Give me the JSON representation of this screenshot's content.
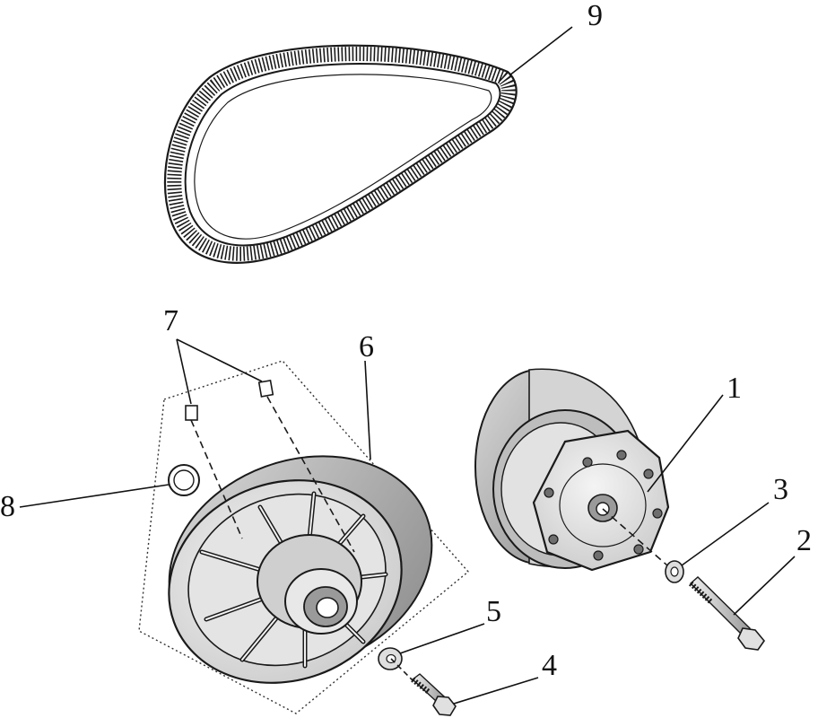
{
  "callouts": [
    {
      "id": "1",
      "label": "1"
    },
    {
      "id": "2",
      "label": "2"
    },
    {
      "id": "3",
      "label": "3"
    },
    {
      "id": "4",
      "label": "4"
    },
    {
      "id": "5",
      "label": "5"
    },
    {
      "id": "6",
      "label": "6"
    },
    {
      "id": "7",
      "label": "7"
    },
    {
      "id": "8",
      "label": "8"
    },
    {
      "id": "9",
      "label": "9"
    }
  ],
  "parts": [
    {
      "callout": "1",
      "icon": "drive-clutch-icon"
    },
    {
      "callout": "2",
      "icon": "drive-clutch-bolt-icon"
    },
    {
      "callout": "3",
      "icon": "drive-clutch-washer-icon"
    },
    {
      "callout": "4",
      "icon": "driven-clutch-bolt-icon"
    },
    {
      "callout": "5",
      "icon": "driven-clutch-washer-icon"
    },
    {
      "callout": "6",
      "icon": "driven-clutch-assembly-icon"
    },
    {
      "callout": "7",
      "icon": "key-icon"
    },
    {
      "callout": "8",
      "icon": "o-ring-icon"
    },
    {
      "callout": "9",
      "icon": "drive-belt-icon"
    }
  ],
  "colors": {
    "ink": "#1a1a1a",
    "metal_light": "#e6e6e6",
    "metal_mid": "#bdbdbd",
    "metal_dark": "#6e6e6e"
  }
}
